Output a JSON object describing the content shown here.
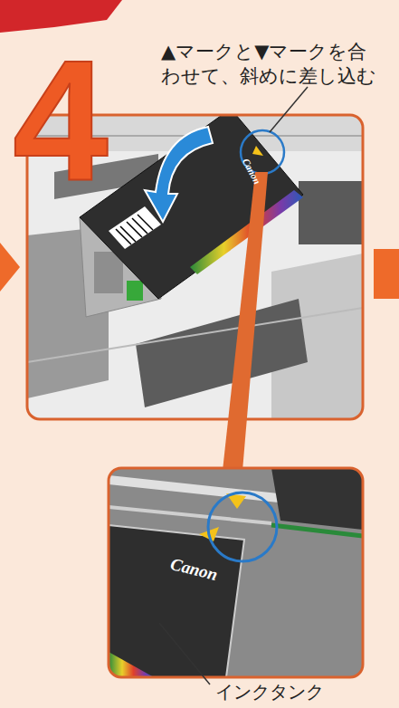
{
  "diagram": {
    "labels": [
      "4",
      "▲マークと▼マークを合わせて、斜めに差し込む",
      "Canon",
      "Canon",
      "インクタンク"
    ]
  }
}
